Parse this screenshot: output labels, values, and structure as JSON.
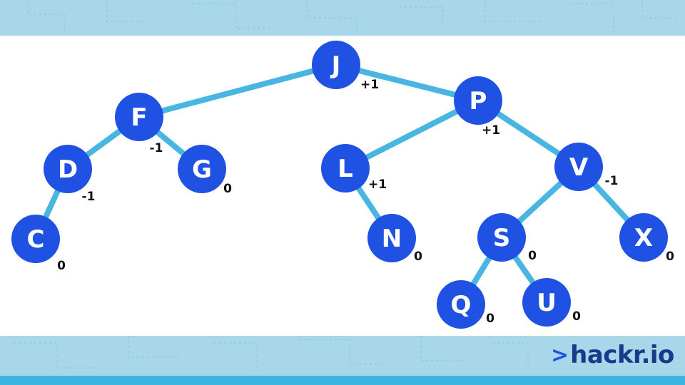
{
  "colors": {
    "node_fill": "#1f52e3",
    "node_text": "#ffffff",
    "edge": "#48b6e0",
    "band": "#a8d7ea",
    "band_accent": "#3cb5e3",
    "brand_chevron": "#1f52e3",
    "brand_text": "#173a8c"
  },
  "tree": {
    "nodes": [
      {
        "id": "J",
        "label": "J",
        "balance": "+1"
      },
      {
        "id": "F",
        "label": "F",
        "balance": "-1"
      },
      {
        "id": "P",
        "label": "P",
        "balance": "+1"
      },
      {
        "id": "D",
        "label": "D",
        "balance": "-1"
      },
      {
        "id": "G",
        "label": "G",
        "balance": "0"
      },
      {
        "id": "L",
        "label": "L",
        "balance": "+1"
      },
      {
        "id": "V",
        "label": "V",
        "balance": "-1"
      },
      {
        "id": "C",
        "label": "C",
        "balance": "0"
      },
      {
        "id": "N",
        "label": "N",
        "balance": "0"
      },
      {
        "id": "S",
        "label": "S",
        "balance": "0"
      },
      {
        "id": "X",
        "label": "X",
        "balance": "0"
      },
      {
        "id": "Q",
        "label": "Q",
        "balance": "0"
      },
      {
        "id": "U",
        "label": "U",
        "balance": "0"
      }
    ],
    "edges": [
      [
        "J",
        "F"
      ],
      [
        "J",
        "P"
      ],
      [
        "F",
        "D"
      ],
      [
        "F",
        "G"
      ],
      [
        "D",
        "C"
      ],
      [
        "P",
        "L"
      ],
      [
        "P",
        "V"
      ],
      [
        "L",
        "N"
      ],
      [
        "V",
        "S"
      ],
      [
        "V",
        "X"
      ],
      [
        "S",
        "Q"
      ],
      [
        "S",
        "U"
      ]
    ]
  },
  "brand": {
    "chevron": ">",
    "name": "hackr.io",
    "icon": "chevron-right-icon"
  }
}
